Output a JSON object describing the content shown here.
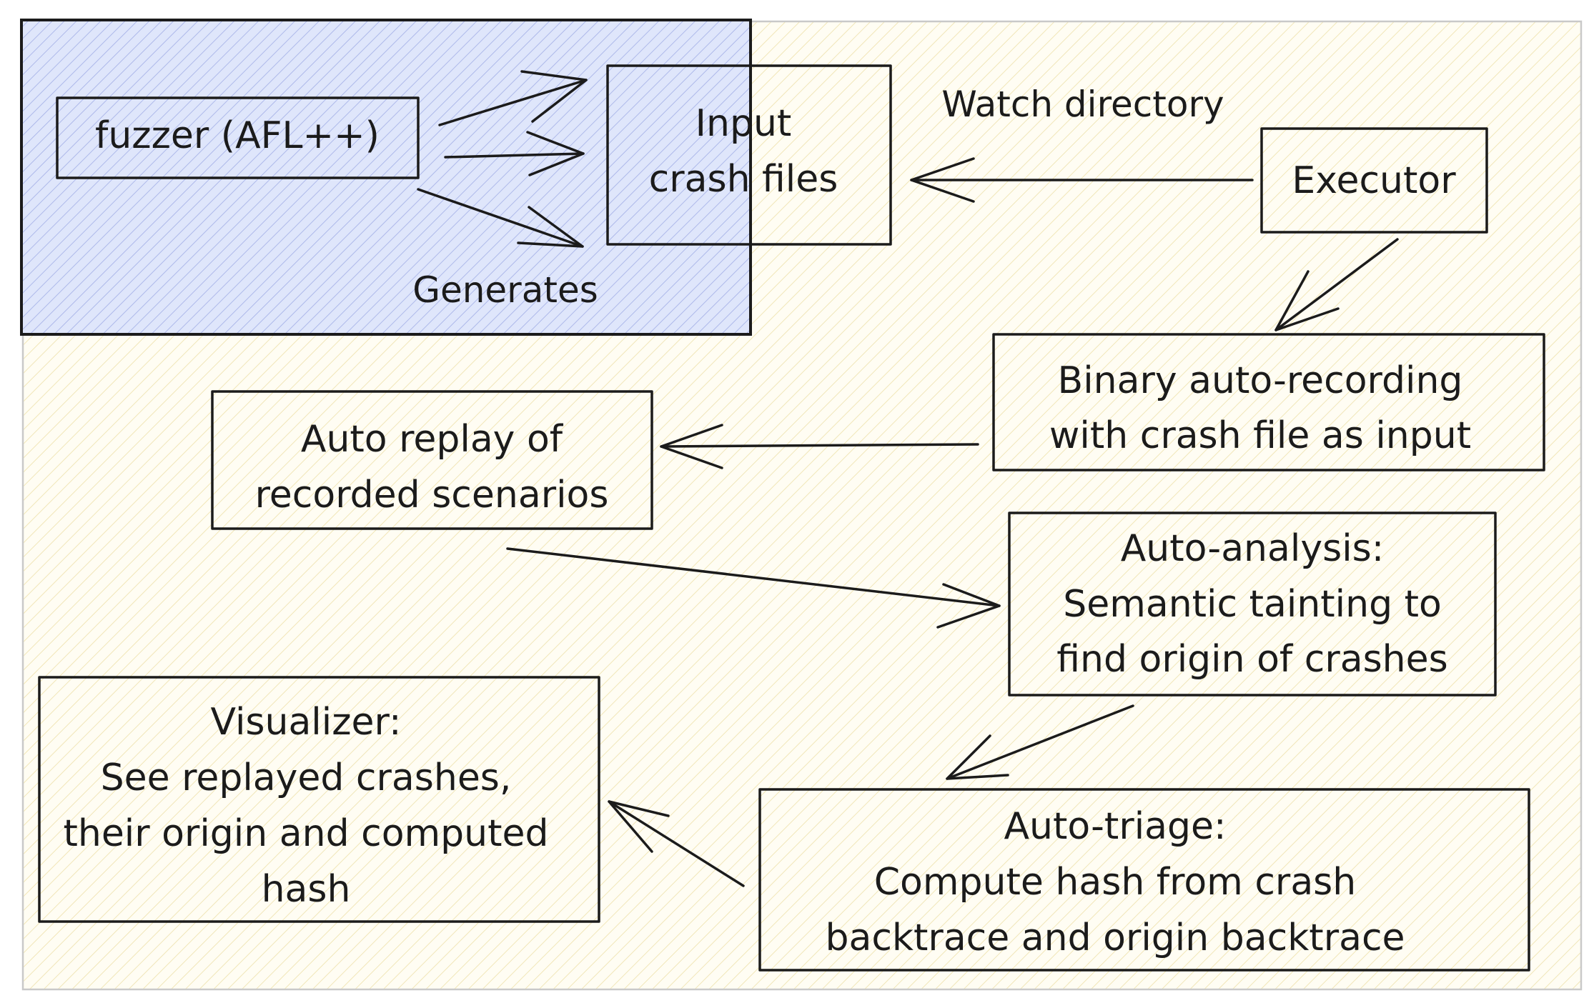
{
  "colors": {
    "background": "#fffdf3",
    "frame": "#c9c9c9",
    "hatch_yellow": "#f1e6b8",
    "highlight_fill": "#dfe6fb",
    "highlight_hatch": "#aeb9ea",
    "ink": "#1b1b1b"
  },
  "nodes": {
    "fuzzer": {
      "label": "fuzzer (AFL++)"
    },
    "input": {
      "lines": [
        "Input",
        "crash files"
      ]
    },
    "executor": {
      "label": "Executor"
    },
    "recording": {
      "lines": [
        "Binary auto-recording",
        "with crash file as input"
      ]
    },
    "replay": {
      "lines": [
        "Auto replay of",
        "recorded scenarios"
      ]
    },
    "analysis": {
      "lines": [
        "Auto-analysis:",
        "Semantic tainting to",
        "find origin of crashes"
      ]
    },
    "visualizer": {
      "lines": [
        "Visualizer:",
        "See replayed crashes,",
        "their origin and computed",
        "hash"
      ]
    },
    "triage": {
      "lines": [
        "Auto-triage:",
        "Compute hash from crash",
        "backtrace and origin backtrace"
      ]
    }
  },
  "edge_labels": {
    "generates": "Generates",
    "watch": "Watch directory"
  }
}
